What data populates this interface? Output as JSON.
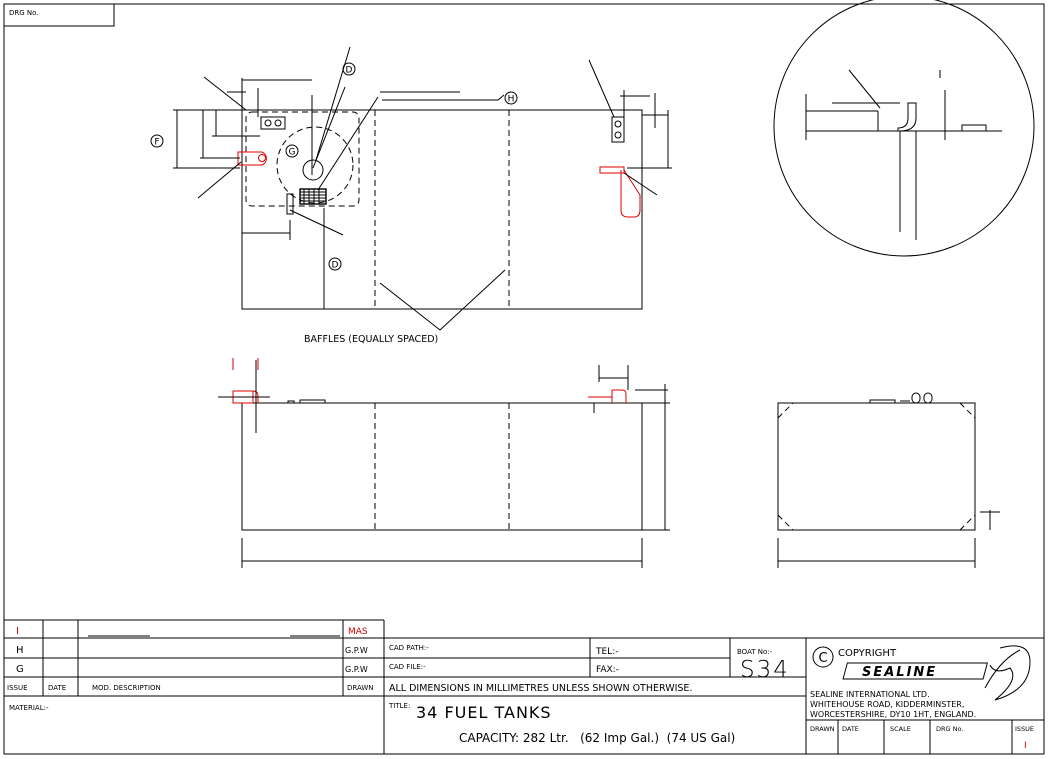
{
  "drg_box_label": "DRG No.",
  "plan_view": {
    "callouts": {
      "d_top": "D",
      "h": "H",
      "f": "F",
      "g": "G",
      "d_bottom": "D"
    },
    "baffles_label": "BAFFLES (EQUALLY SPACED)"
  },
  "title_block": {
    "revisions": [
      {
        "issue": "I",
        "date": "",
        "description": "",
        "drawn": "MAS"
      },
      {
        "issue": "H",
        "date": "",
        "description": "",
        "drawn": "G.P.W"
      },
      {
        "issue": "G",
        "date": "",
        "description": "",
        "drawn": "G.P.W"
      }
    ],
    "headers": {
      "issue": "ISSUE",
      "date": "DATE",
      "description": "MOD. DESCRIPTION",
      "drawn": "DRAWN"
    },
    "material_label": "MATERIAL:-",
    "cad_path_label": "CAD PATH:-",
    "cad_file_label": "CAD FILE:-",
    "tel_label": "TEL:-",
    "fax_label": "FAX:-",
    "boat_no_label": "BOAT No:-",
    "boat_no_value": "S34",
    "dimensions_note": "ALL DIMENSIONS IN MILLIMETRES UNLESS SHOWN OTHERWISE.",
    "title_label": "TITLE:",
    "title_value": "34 FUEL TANKS",
    "capacity": "CAPACITY: 282 Ltr.   (62 Imp Gal.)  (74 US Gal)",
    "copyright_symbol": "C",
    "copyright_label": "COPYRIGHT",
    "company_name": "SEALINE INTERNATIONAL LTD.",
    "address_line1": "WHITEHOUSE ROAD, KIDDERMINSTER,",
    "address_line2": "WORCESTERSHIRE, DY10 1HT, ENGLAND.",
    "footer": {
      "drawn": "DRAWN",
      "date": "DATE",
      "scale": "SCALE",
      "drg_no": "DRG No.",
      "issue": "ISSUE",
      "issue_value": "I"
    },
    "logo_text": "SEALINE"
  }
}
